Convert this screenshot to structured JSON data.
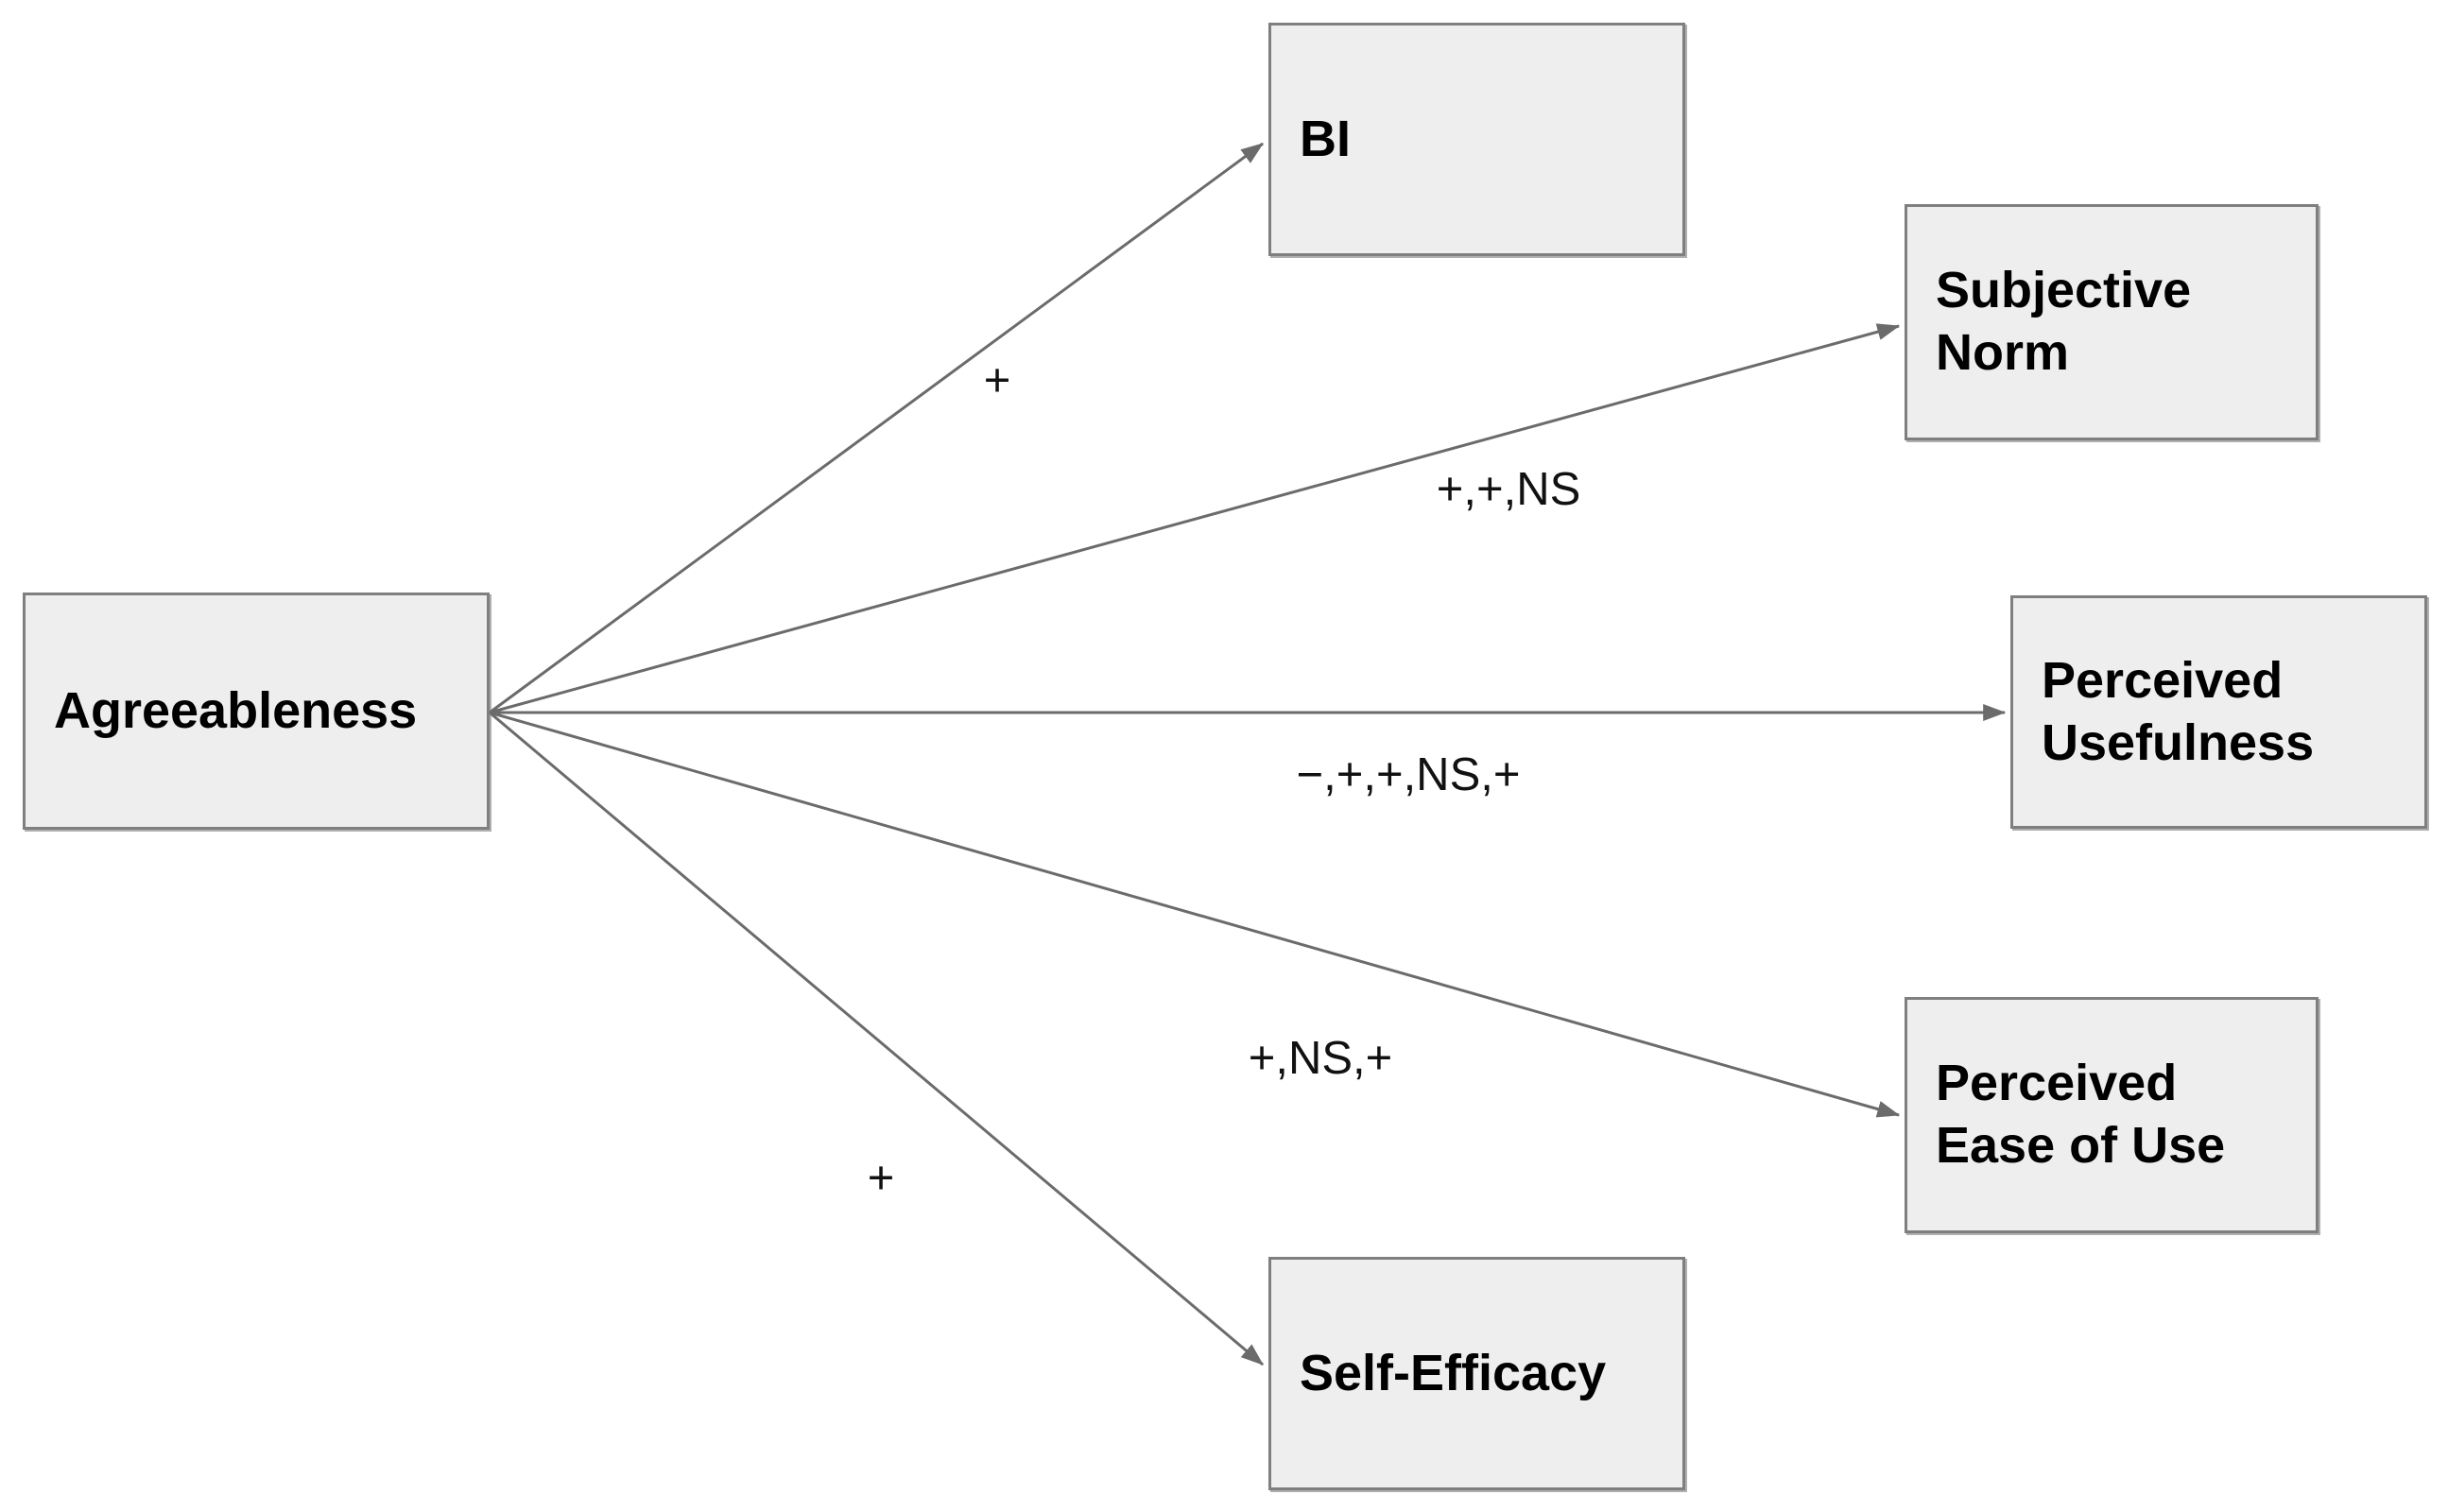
{
  "diagram": {
    "title": "Agreeableness path model",
    "colors": {
      "background": "#ffffff",
      "node_fill": "#eeeeee",
      "node_border": "#7f7f7f",
      "arrow": "#6b6b6b",
      "text": "#000000"
    },
    "nodes": {
      "agreeableness": {
        "label": "Agreeableness"
      },
      "bi": {
        "label": "BI"
      },
      "subjective_norm": {
        "label": "Subjective Norm"
      },
      "perceived_usefulness": {
        "label": "Perceived Usefulness"
      },
      "perceived_ease_of_use": {
        "label": "Perceived Ease of Use"
      },
      "self_efficacy": {
        "label": "Self-Efficacy"
      }
    },
    "edges": {
      "agreeableness_to_bi": {
        "from": "Agreeableness",
        "to": "BI",
        "label": "+"
      },
      "agreeableness_to_subjective_norm": {
        "from": "Agreeableness",
        "to": "Subjective Norm",
        "label": "+,+,NS"
      },
      "agreeableness_to_perceived_usefulness": {
        "from": "Agreeableness",
        "to": "Perceived Usefulness",
        "label": "−,+,+,NS,+"
      },
      "agreeableness_to_perceived_ease_of_use": {
        "from": "Agreeableness",
        "to": "Perceived Ease of Use",
        "label": "+,NS,+"
      },
      "agreeableness_to_self_efficacy": {
        "from": "Agreeableness",
        "to": "Self-Efficacy",
        "label": "+"
      }
    }
  }
}
